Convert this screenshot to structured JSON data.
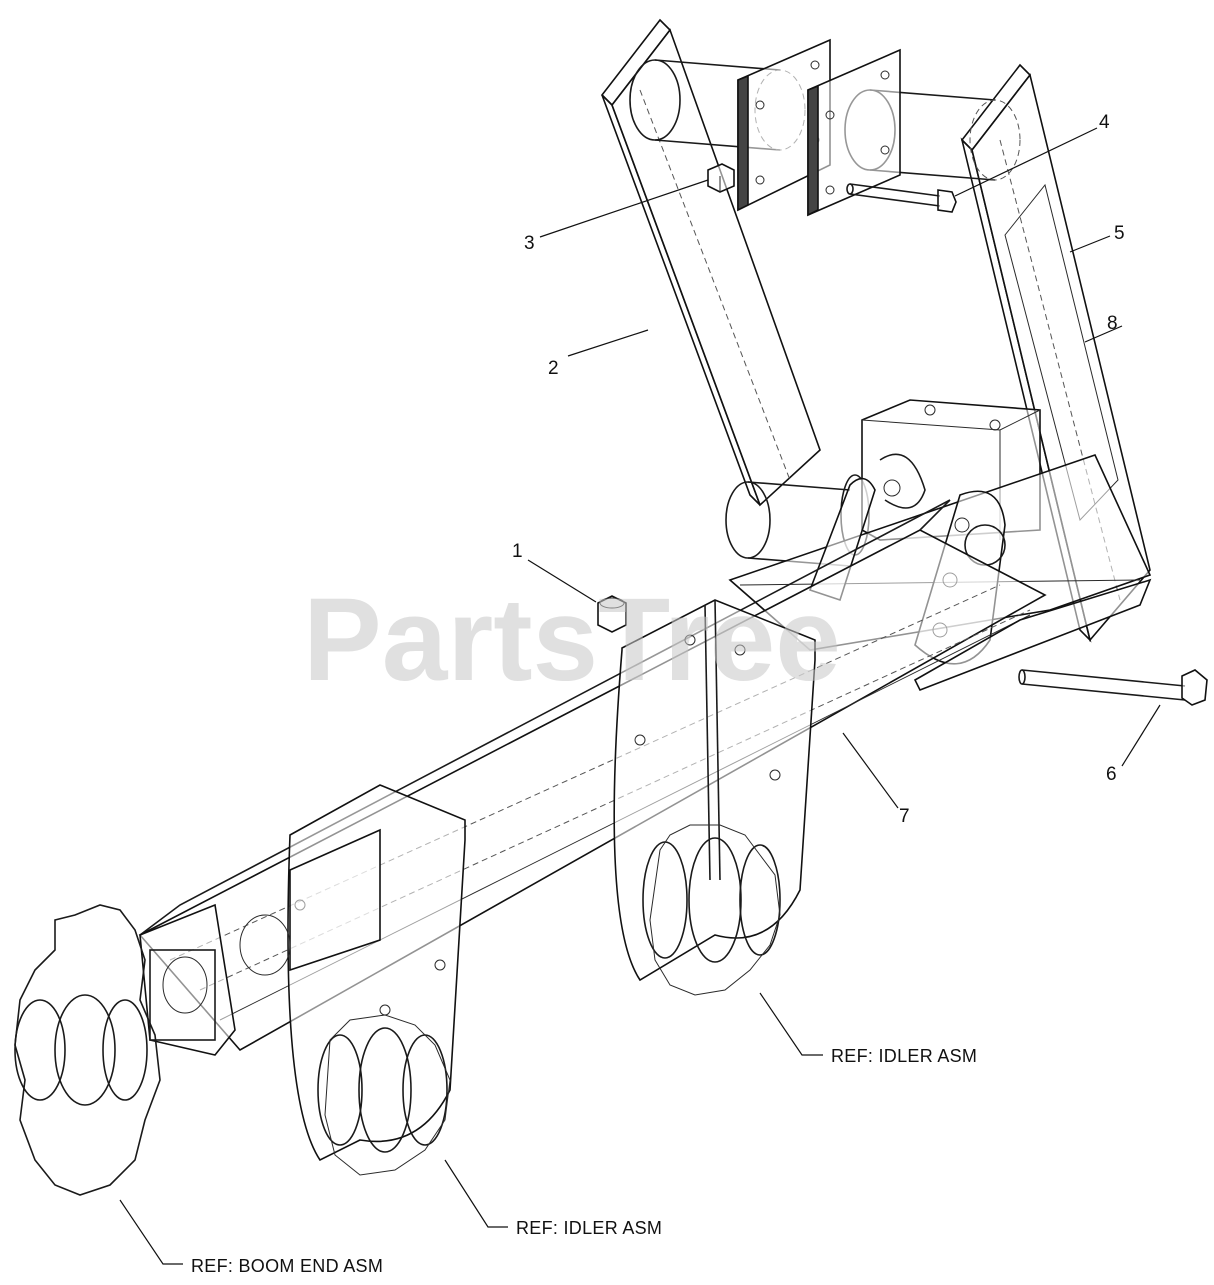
{
  "watermark": "PartsTree",
  "callouts": {
    "c1": "1",
    "c2": "2",
    "c3": "3",
    "c4": "4",
    "c5": "5",
    "c6": "6",
    "c7": "7",
    "c8": "8"
  },
  "refs": {
    "idler_upper": "REF: IDLER ASM",
    "idler_lower": "REF: IDLER ASM",
    "boom_end": "REF: BOOM END ASM"
  }
}
